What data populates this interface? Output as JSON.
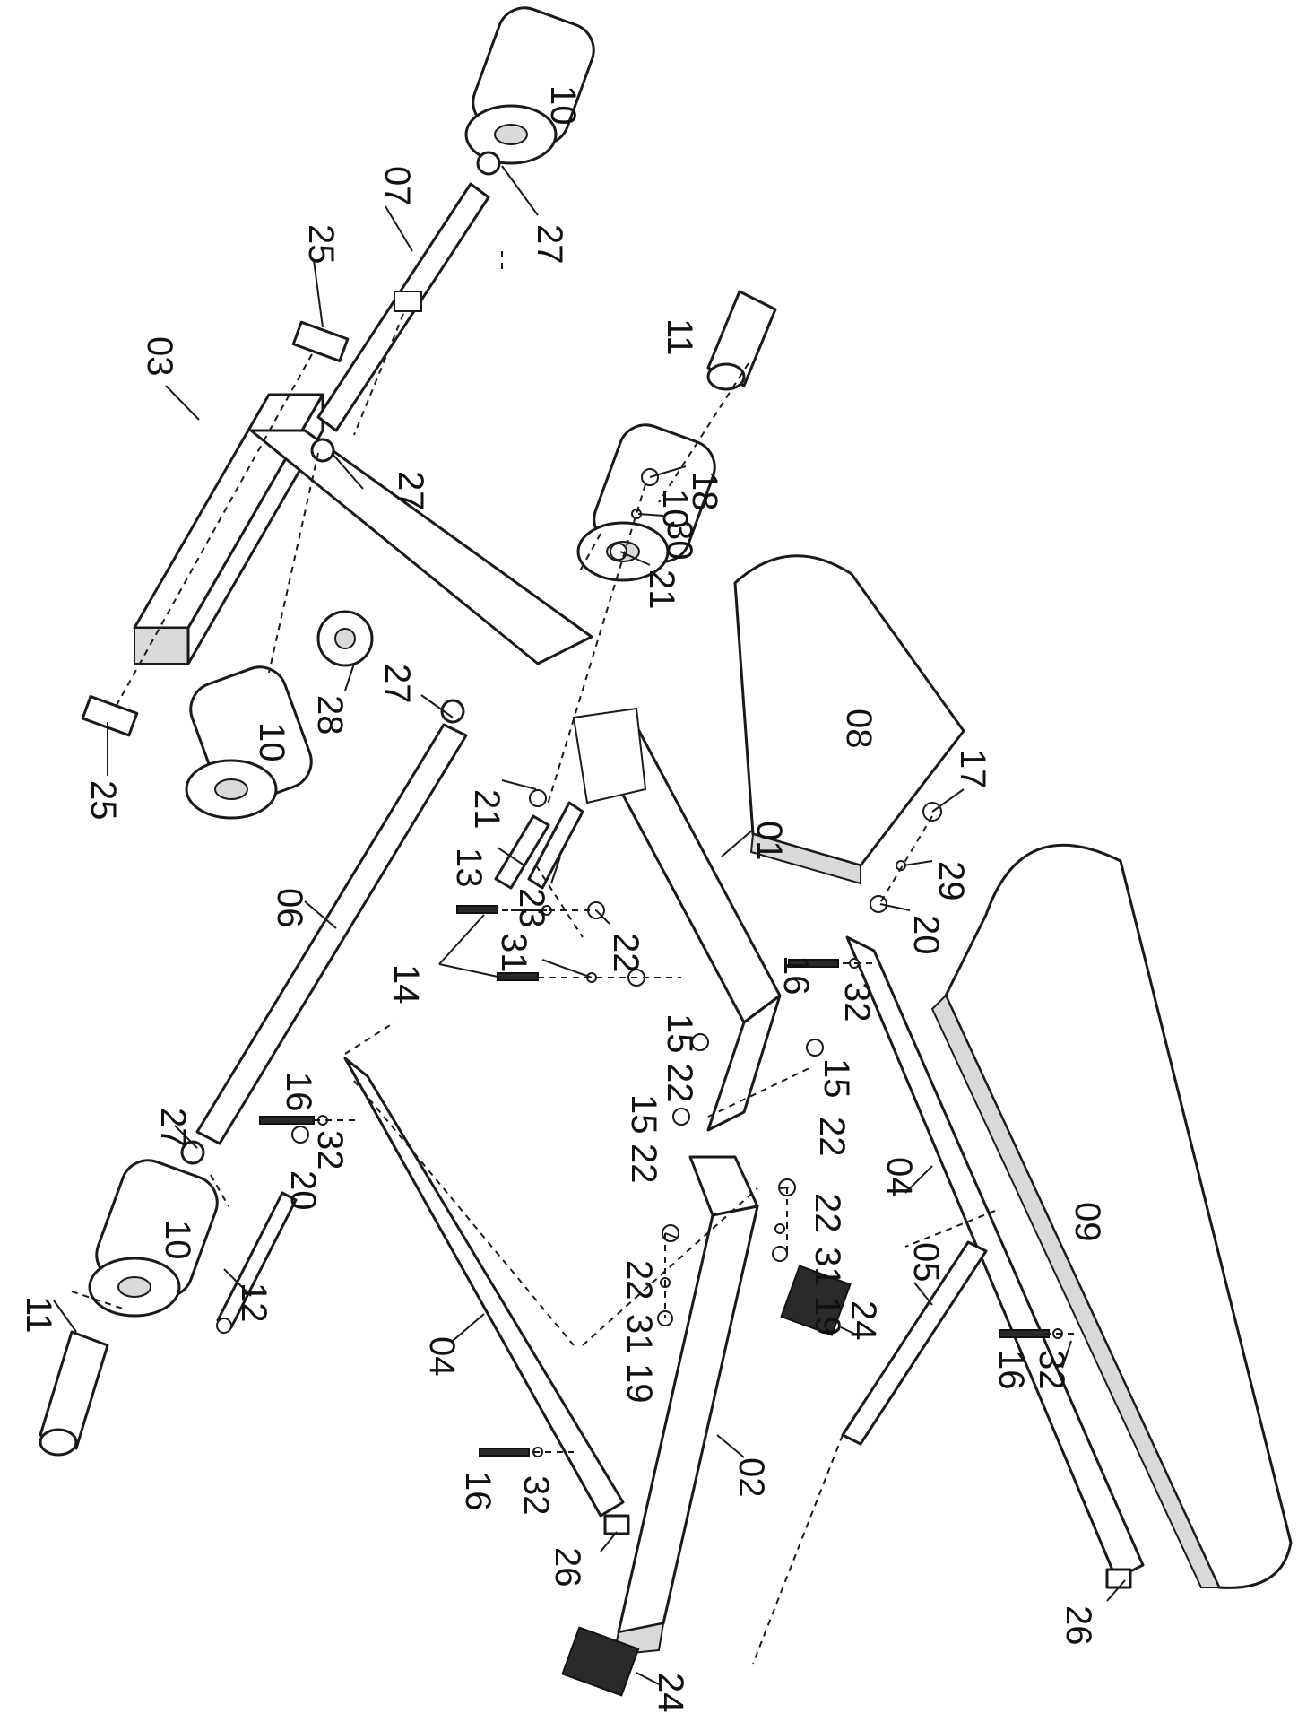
{
  "parts": {
    "p01": "01",
    "p02": "02",
    "p03": "03",
    "p04": "04",
    "p05": "05",
    "p06": "06",
    "p07": "07",
    "p08": "08",
    "p09": "09",
    "p10": "10",
    "p11": "11",
    "p12": "12",
    "p13": "13",
    "p14": "14",
    "p15": "15",
    "p16": "16",
    "p17": "17",
    "p18": "18",
    "p19": "19",
    "p20": "20",
    "p21": "21",
    "p22": "22",
    "p23": "23",
    "p24": "24",
    "p25": "25",
    "p26": "26",
    "p27": "27",
    "p28": "28",
    "p29": "29",
    "p30": "30",
    "p31": "31",
    "p32": "32"
  }
}
